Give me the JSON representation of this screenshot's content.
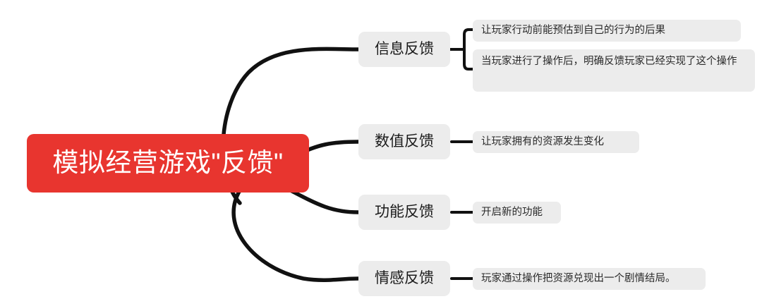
{
  "theme": {
    "root_fill": "#e8352f",
    "root_text": "#ffffff",
    "node_fill": "#ececec",
    "node_text": "#1b1b1b",
    "leaf_text": "#2a2a2a",
    "connector": "#111111",
    "canvas": "#ffffff"
  },
  "mindmap": {
    "root": {
      "label": "模拟经营游戏\"反馈\""
    },
    "branches": [
      {
        "label": "信息反馈",
        "leaves": [
          {
            "label": "让玩家行动前能预估到自己的行为的后果"
          },
          {
            "label": "当玩家进行了操作后，明确反馈玩家已经实现了这个操作"
          }
        ]
      },
      {
        "label": "数值反馈",
        "leaves": [
          {
            "label": "让玩家拥有的资源发生变化"
          }
        ]
      },
      {
        "label": "功能反馈",
        "leaves": [
          {
            "label": "开启新的功能"
          }
        ]
      },
      {
        "label": "情感反馈",
        "leaves": [
          {
            "label": "玩家通过操作把资源兑现出一个剧情结局。"
          }
        ]
      }
    ]
  }
}
